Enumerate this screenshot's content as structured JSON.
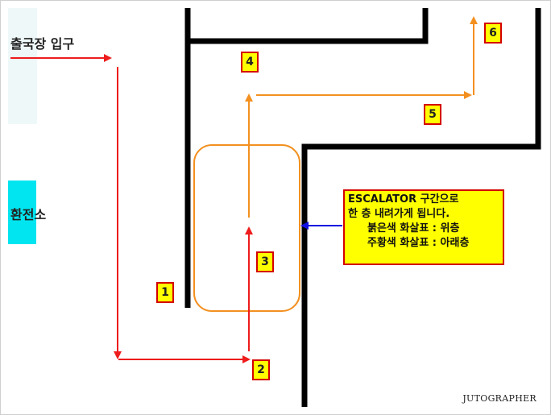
{
  "labels": {
    "departure_entrance": "출국장 입구",
    "exchange_office": "환전소"
  },
  "steps": [
    "1",
    "2",
    "3",
    "4",
    "5",
    "6"
  ],
  "note": {
    "line1": "ESCALATOR 구간으로",
    "line2": "한 층 내려가게 됩니다.",
    "line3": "붉은색 화살표 : 위층",
    "line4": "주황색 화살표 : 아래층"
  },
  "credit": "JUTOGRAPHER",
  "colors": {
    "upper_floor_arrow": "#ee1c1c",
    "lower_floor_arrow": "#f39020",
    "pointer_arrow": "#1010e0",
    "walls": "#000000",
    "label_fill": "#ffff00",
    "label_border": "#d40000",
    "exchange_block": "#00e5ef",
    "entrance_block": "#eef8f8"
  }
}
